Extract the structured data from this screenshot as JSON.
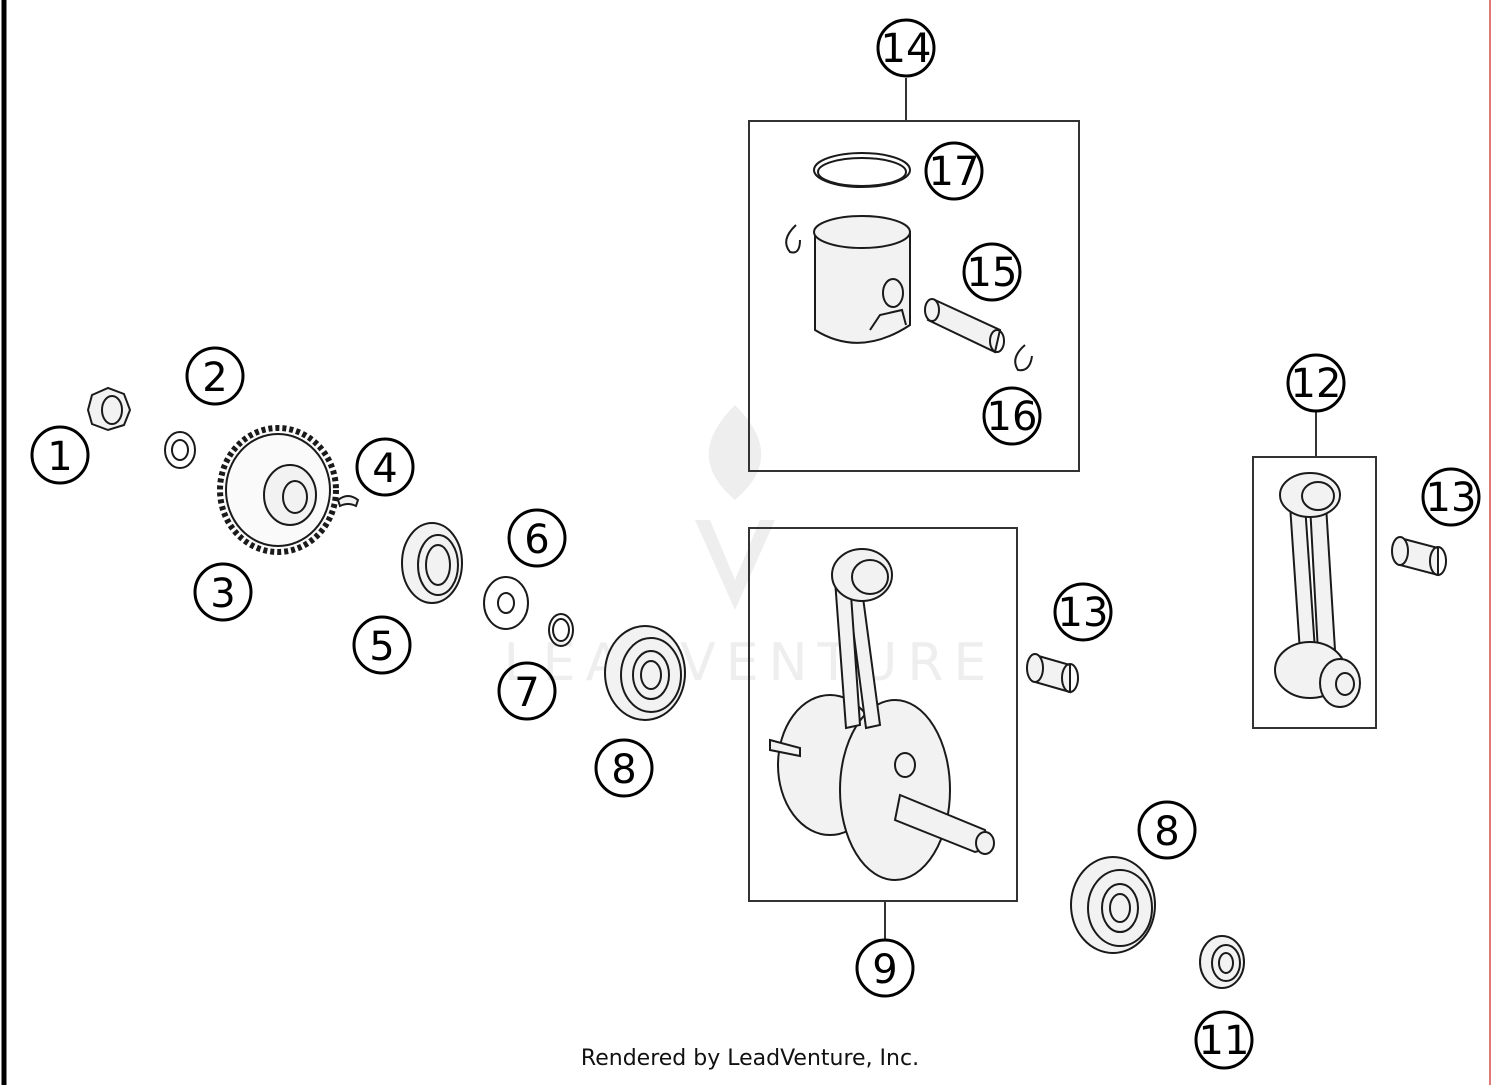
{
  "diagram": {
    "callouts": [
      "1",
      "2",
      "3",
      "4",
      "5",
      "6",
      "7",
      "8",
      "9",
      "11",
      "12",
      "13",
      "14",
      "15",
      "16",
      "17"
    ],
    "watermark": "LEADVENTURE",
    "footer": "Rendered by LeadVenture, Inc.",
    "colors": {
      "line": "#1a1a1a",
      "left_border": "#000000",
      "right_border": "#e07a7a"
    }
  }
}
